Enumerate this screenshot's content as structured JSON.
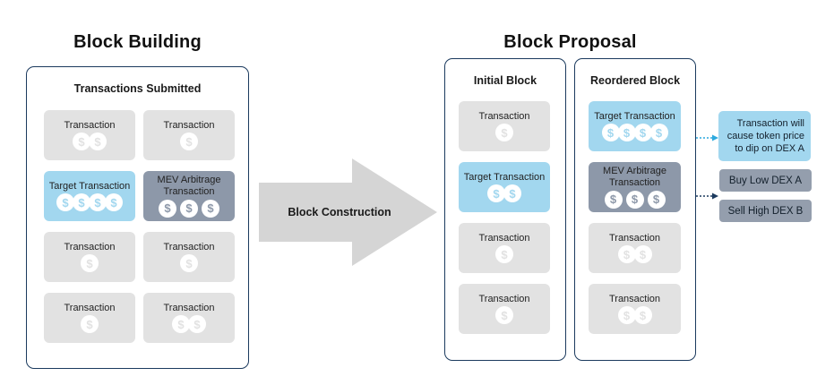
{
  "titles": {
    "left": "Block Building",
    "right": "Block Proposal"
  },
  "arrow": {
    "label": "Block Construction"
  },
  "panels": {
    "submitted": {
      "title": "Transactions Submitted",
      "cards": [
        {
          "label": "Transaction",
          "type": "normal",
          "coins": 2
        },
        {
          "label": "Transaction",
          "type": "normal",
          "coins": 1
        },
        {
          "label": "Target Transaction",
          "type": "target",
          "coins": 4
        },
        {
          "label": "MEV Arbitrage Transaction",
          "type": "mev",
          "coins": 3
        },
        {
          "label": "Transaction",
          "type": "normal",
          "coins": 1
        },
        {
          "label": "Transaction",
          "type": "normal",
          "coins": 1
        },
        {
          "label": "Transaction",
          "type": "normal",
          "coins": 1
        },
        {
          "label": "Transaction",
          "type": "normal",
          "coins": 2
        }
      ]
    },
    "initial": {
      "title": "Initial Block",
      "cards": [
        {
          "label": "Transaction",
          "type": "normal",
          "coins": 1
        },
        {
          "label": "Target Transaction",
          "type": "target",
          "coins": 2
        },
        {
          "label": "Transaction",
          "type": "normal",
          "coins": 1
        },
        {
          "label": "Transaction",
          "type": "normal",
          "coins": 1
        }
      ]
    },
    "reordered": {
      "title": "Reordered Block",
      "cards": [
        {
          "label": "Target Transaction",
          "type": "target",
          "coins": 4
        },
        {
          "label": "MEV Arbitrage Transaction",
          "type": "mev",
          "coins": 3
        },
        {
          "label": "Transaction",
          "type": "normal",
          "coins": 2
        },
        {
          "label": "Transaction",
          "type": "normal",
          "coins": 2
        }
      ]
    }
  },
  "annotations": {
    "note": {
      "lines": [
        "Transaction will",
        "cause token price",
        "to dip on DEX A"
      ]
    },
    "buy": {
      "text": "Buy Low DEX A"
    },
    "sell": {
      "text": "Sell High DEX B"
    }
  },
  "icons": {
    "coin": "dollar-coin-icon",
    "coin_glyph": "$"
  },
  "colors": {
    "target_blue": "#a2d7ef",
    "mev_slate": "#8d98a9",
    "transaction_gray": "#e2e2e2",
    "arrow_gray": "#d5d5d5",
    "panel_border_navy": "#1b3a5e",
    "link_arrow_blue": "#2ca9de",
    "link_arrow_navy": "#1b3a5e",
    "text_dark": "#1a1a1a"
  }
}
